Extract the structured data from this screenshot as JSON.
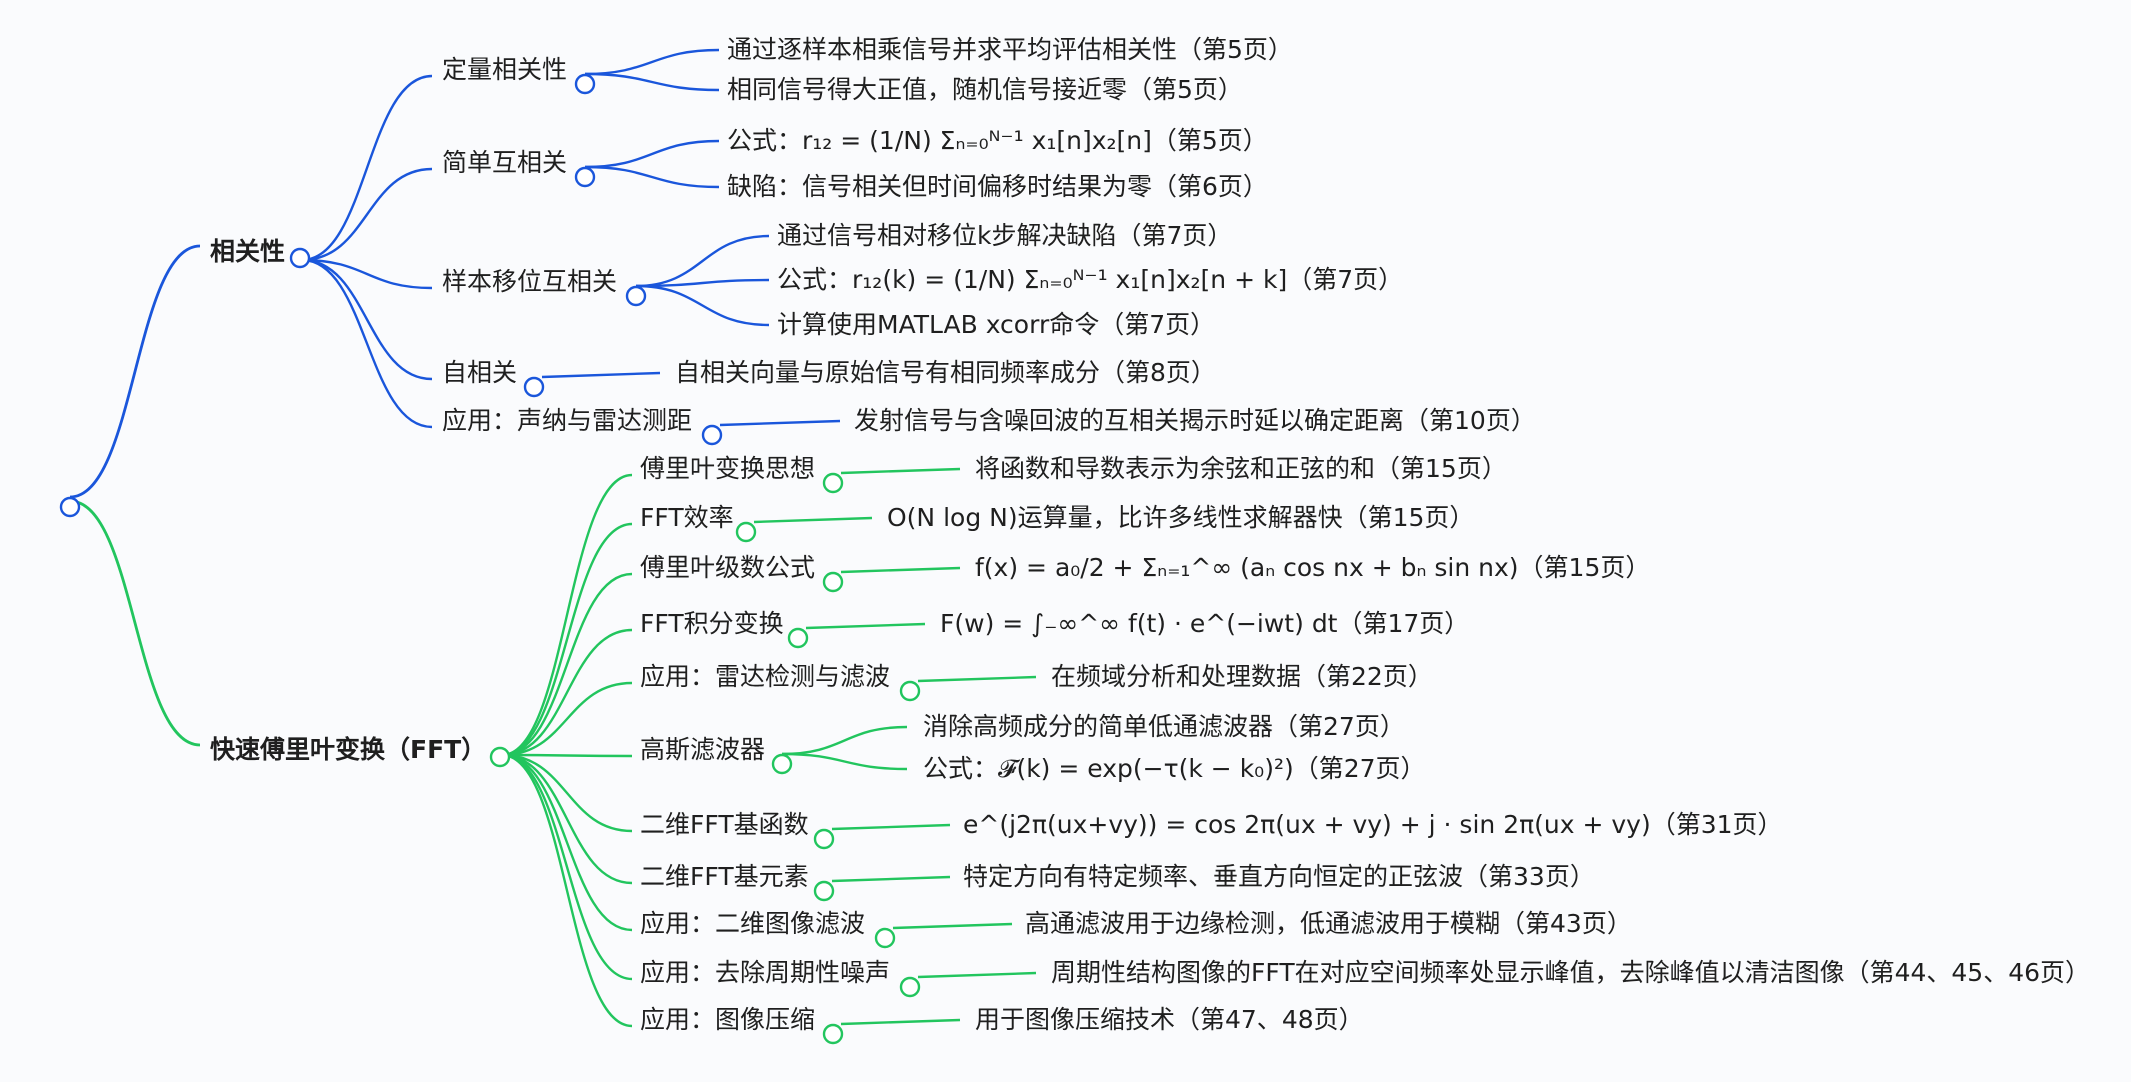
{
  "mindmap": {
    "colors": {
      "blue": "#1a56db",
      "green": "#22c55e",
      "text": "#1f1f1f"
    },
    "root": {
      "label": ""
    },
    "branches": [
      {
        "label": "相关性",
        "color": "blue",
        "children": [
          {
            "label": "定量相关性",
            "items": [
              "通过逐样本相乘信号并求平均评估相关性（第5页）",
              "相同信号得大正值，随机信号接近零（第5页）"
            ]
          },
          {
            "label": "简单互相关",
            "items": [
              "公式：r₁₂ = (1/N) Σₙ₌₀ᴺ⁻¹ x₁[n]x₂[n]（第5页）",
              "缺陷：信号相关但时间偏移时结果为零（第6页）"
            ]
          },
          {
            "label": "样本移位互相关",
            "items": [
              "通过信号相对移位k步解决缺陷（第7页）",
              "公式：r₁₂(k) = (1/N) Σₙ₌₀ᴺ⁻¹ x₁[n]x₂[n + k]（第7页）",
              "计算使用MATLAB xcorr命令（第7页）"
            ]
          },
          {
            "label": "自相关",
            "items": [
              "自相关向量与原始信号有相同频率成分（第8页）"
            ]
          },
          {
            "label": "应用：声纳与雷达测距",
            "items": [
              "发射信号与含噪回波的互相关揭示时延以确定距离（第10页）"
            ]
          }
        ]
      },
      {
        "label": "快速傅里叶变换（FFT）",
        "color": "green",
        "children": [
          {
            "label": "傅里叶变换思想",
            "items": [
              "将函数和导数表示为余弦和正弦的和（第15页）"
            ]
          },
          {
            "label": "FFT效率",
            "items": [
              "O(N log N)运算量，比许多线性求解器快（第15页）"
            ]
          },
          {
            "label": "傅里叶级数公式",
            "items": [
              "f(x) = a₀/2 + Σₙ₌₁^∞ (aₙ cos nx + bₙ sin nx)（第15页）"
            ]
          },
          {
            "label": "FFT积分变换",
            "items": [
              "F(w) = ∫₋∞^∞ f(t) · e^(−iwt) dt（第17页）"
            ]
          },
          {
            "label": "应用：雷达检测与滤波",
            "items": [
              "在频域分析和处理数据（第22页）"
            ]
          },
          {
            "label": "高斯滤波器",
            "items": [
              "消除高频成分的简单低通滤波器（第27页）",
              "公式：𝓕(k) = exp(−τ(k − k₀)²)（第27页）"
            ]
          },
          {
            "label": "二维FFT基函数",
            "items": [
              "e^(j2π(ux+vy)) = cos 2π(ux + vy) + j · sin 2π(ux + vy)（第31页）"
            ]
          },
          {
            "label": "二维FFT基元素",
            "items": [
              "特定方向有特定频率、垂直方向恒定的正弦波（第33页）"
            ]
          },
          {
            "label": "应用：二维图像滤波",
            "items": [
              "高通滤波用于边缘检测，低通滤波用于模糊（第43页）"
            ]
          },
          {
            "label": "应用：去除周期性噪声",
            "items": [
              "周期性结构图像的FFT在对应空间频率处显示峰值，去除峰值以清洁图像（第44、45、46页）"
            ]
          },
          {
            "label": "应用：图像压缩",
            "items": [
              "用于图像压缩技术（第47、48页）"
            ]
          }
        ]
      }
    ]
  }
}
